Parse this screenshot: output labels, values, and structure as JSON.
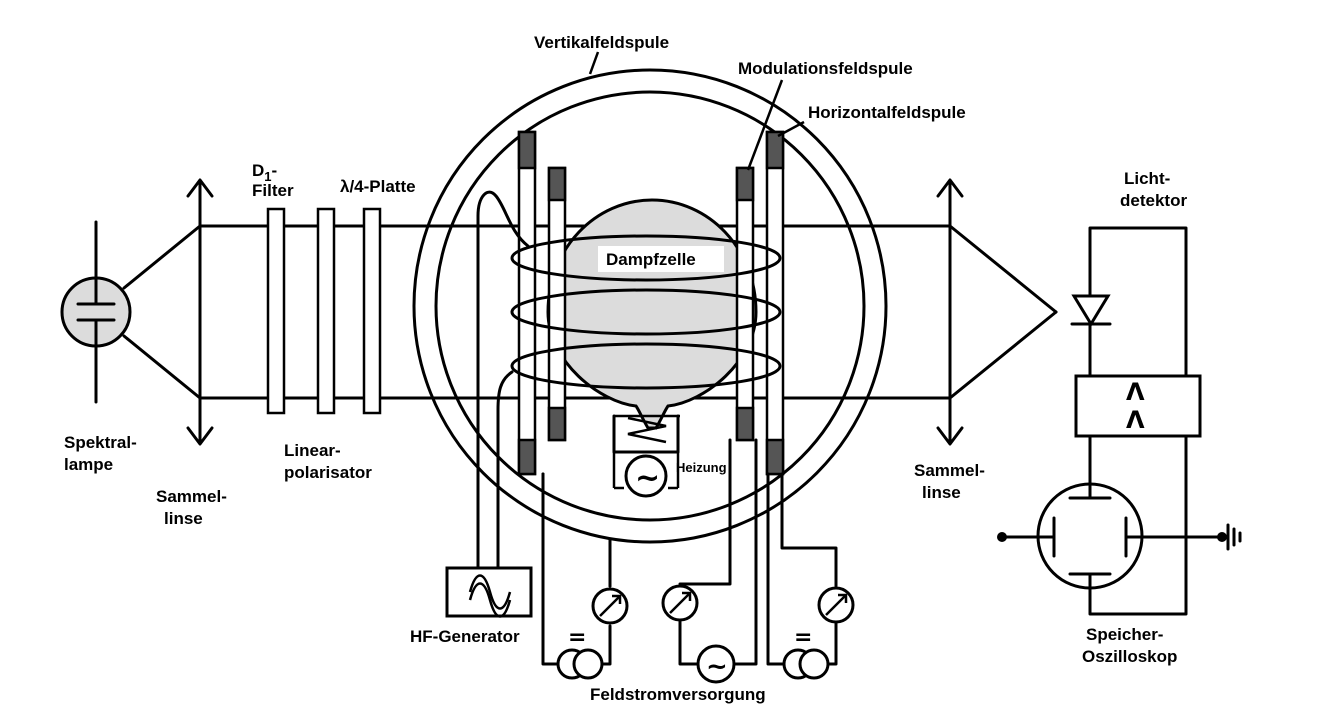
{
  "labels": {
    "spektrallampe_1": "Spektral-",
    "spektrallampe_2": "lampe",
    "sammellinse_left_1": "Sammel-",
    "sammellinse_left_2": "linse",
    "d1_filter_main": "D",
    "d1_filter_sub": "1",
    "d1_filter_dash": "-",
    "d1_filter_2": "Filter",
    "lambda_plate": "λ/4-Platte",
    "linearpolarisator_1": "Linear-",
    "linearpolarisator_2": "polarisator",
    "vertikalfeldspule": "Vertikalfeldspule",
    "modulationsfeldspule": "Modulationsfeldspule",
    "horizontalfeldspule": "Horizontalfeldspule",
    "dampfzelle": "Dampfzelle",
    "heizung": "Heizung",
    "hf_generator": "HF-Generator",
    "feldstromversorgung": "Feldstromversorgung",
    "sammellinse_right_1": "Sammel-",
    "sammellinse_right_2": "linse",
    "lichtdetektor_1": "Licht-",
    "lichtdetektor_2": "detektor",
    "oszilloskop_1": "Speicher-",
    "oszilloskop_2": "Oszilloskop"
  },
  "symbols": {
    "ac_tilde": "~",
    "dc_equals": "=",
    "amplifier_1": "Λ",
    "amplifier_2": "Λ"
  },
  "colors": {
    "line": "#000000",
    "fill_gray": "#dcdcdc",
    "coil_block": "#555555",
    "background": "#ffffff"
  }
}
